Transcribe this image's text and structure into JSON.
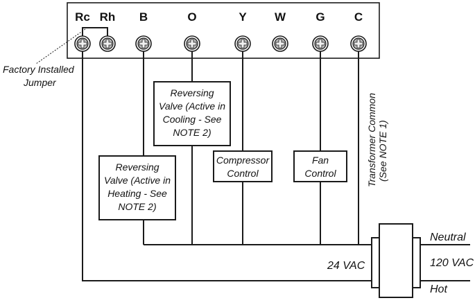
{
  "terminal_strip": {
    "terminals": [
      "Rc",
      "Rh",
      "B",
      "O",
      "Y",
      "W",
      "G",
      "C"
    ]
  },
  "jumper_label": [
    "Factory Installed",
    "Jumper"
  ],
  "boxes": {
    "reversing_cooling": [
      "Reversing",
      "Valve (Active in",
      "Cooling - See",
      "NOTE 2)"
    ],
    "reversing_heating": [
      "Reversing",
      "Valve (Active in",
      "Heating - See",
      "NOTE 2)"
    ],
    "compressor": [
      "Compressor",
      "Control"
    ],
    "fan": [
      "Fan",
      "Control"
    ]
  },
  "transformer_common": [
    "Transformer Common",
    "(See NOTE 1)"
  ],
  "transformer": {
    "secondary_label": "24 VAC",
    "primary_label": "120 VAC",
    "neutral_label": "Neutral",
    "hot_label": "Hot"
  }
}
